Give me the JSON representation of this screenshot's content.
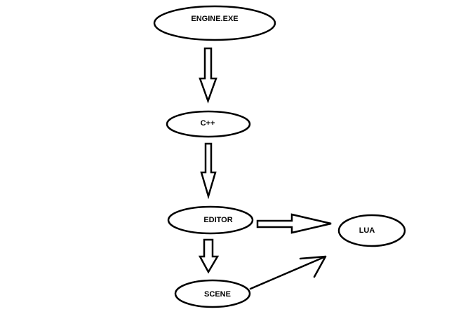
{
  "nodes": {
    "engine": {
      "label": "ENGINE.EXE"
    },
    "cpp": {
      "label": "C++"
    },
    "editor": {
      "label": "EDITOR"
    },
    "lua": {
      "label": "LUA"
    },
    "scene": {
      "label": "SCENE"
    }
  },
  "edges": [
    {
      "from": "ENGINE.EXE",
      "to": "C++",
      "style": "block-arrow"
    },
    {
      "from": "C++",
      "to": "EDITOR",
      "style": "block-arrow"
    },
    {
      "from": "EDITOR",
      "to": "LUA",
      "style": "block-arrow"
    },
    {
      "from": "EDITOR",
      "to": "SCENE",
      "style": "block-arrow"
    },
    {
      "from": "SCENE",
      "to": "LUA",
      "style": "line-arrow"
    }
  ]
}
